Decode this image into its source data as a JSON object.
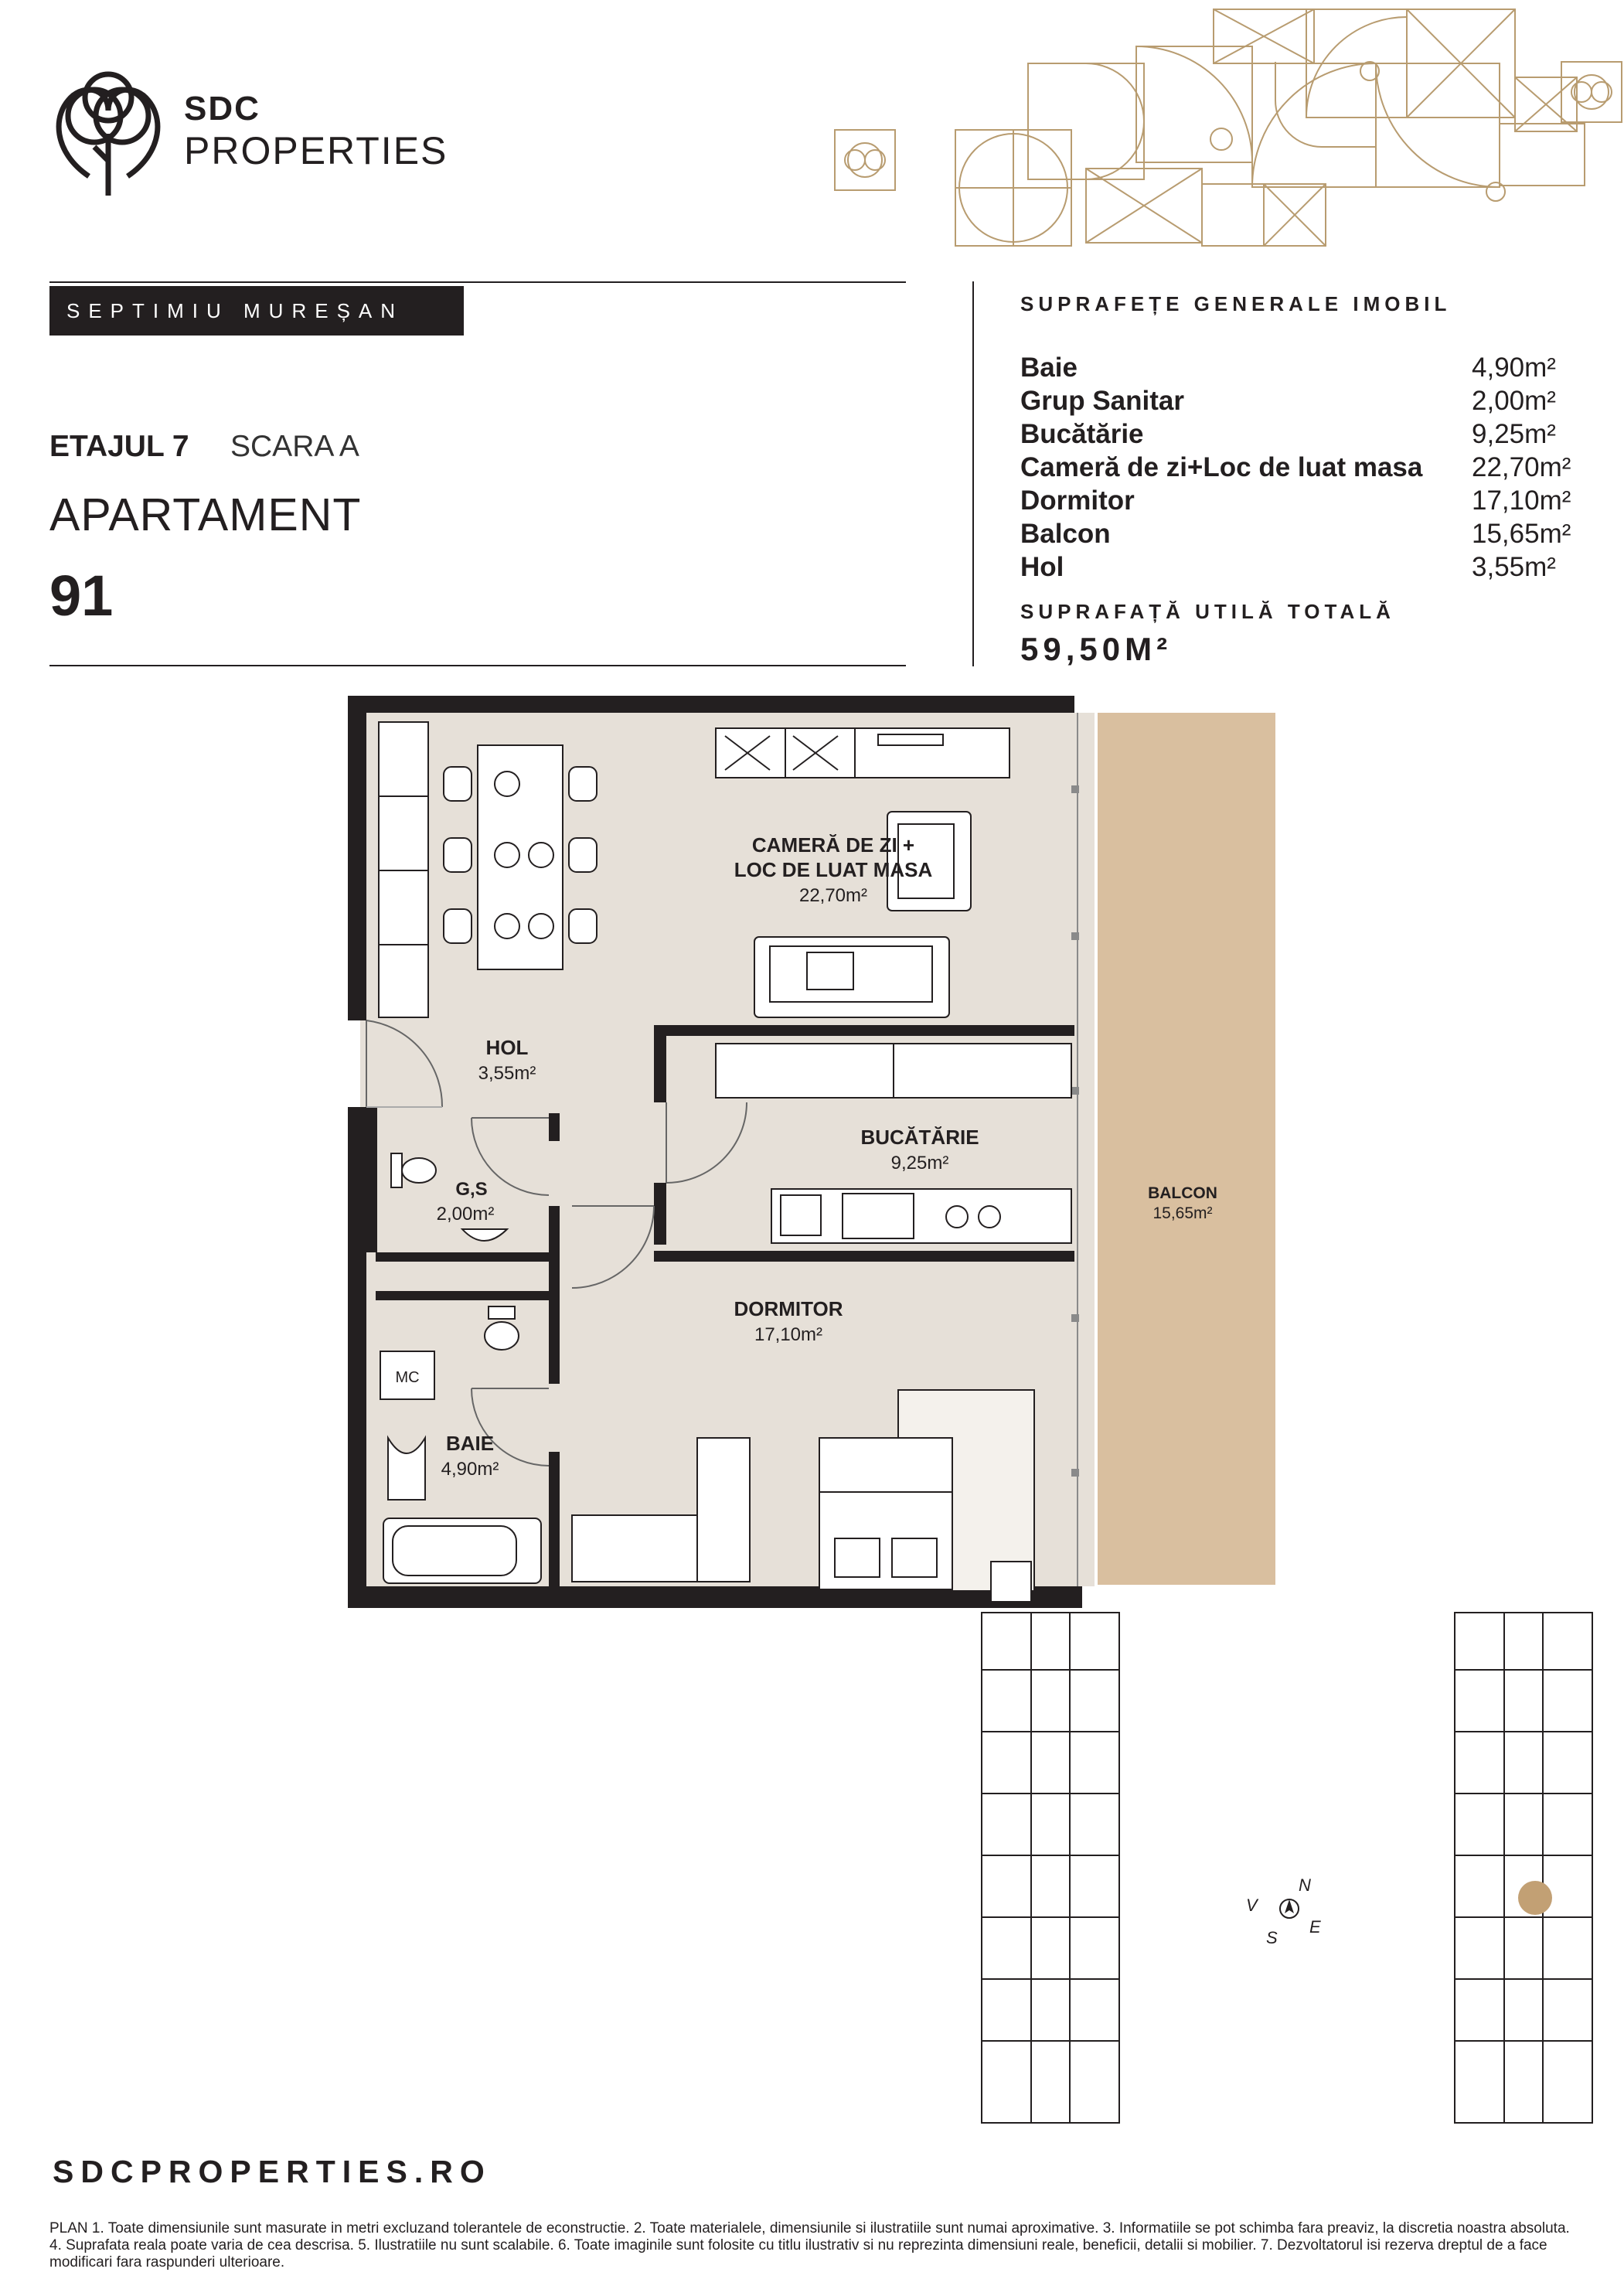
{
  "brand": {
    "line1": "SDC",
    "line2": "PROPERTIES"
  },
  "location": "SEPTIMIU MUREȘAN",
  "floor": "ETAJUL 7",
  "stair": "SCARA A",
  "apartment_label": "APARTAMENT",
  "apartment_number": "91",
  "areas": {
    "heading": "SUPRAFEȚE GENERALE IMOBIL",
    "rows": [
      {
        "name": "Baie",
        "value": "4,90m²"
      },
      {
        "name": "Grup Sanitar",
        "value": "2,00m²"
      },
      {
        "name": "Bucătărie",
        "value": "9,25m²"
      },
      {
        "name": "Cameră de zi+Loc de luat masa",
        "value": "22,70m²"
      },
      {
        "name": "Dormitor",
        "value": "17,10m²"
      },
      {
        "name": "Balcon",
        "value": "15,65m²"
      },
      {
        "name": "Hol",
        "value": "3,55m²"
      }
    ],
    "total_label": "SUPRAFAȚĂ UTILĂ TOTALĂ",
    "total_value": "59,50M²"
  },
  "plan": {
    "living_line1": "CAMERĂ DE ZI +",
    "living_line2": "LOC DE LUAT MASA",
    "living_area": "22,70m²",
    "hall": "HOL",
    "hall_area": "3,55m²",
    "kitchen": "BUCĂTĂRIE",
    "kitchen_area": "9,25m²",
    "wc": "G,S",
    "wc_area": "2,00m²",
    "balcony": "BALCON",
    "balcony_area": "15,65m²",
    "bedroom": "DORMITOR",
    "bedroom_area": "17,10m²",
    "bath": "BAIE",
    "bath_area": "4,90m²",
    "mc": "MC"
  },
  "compass": {
    "n": "N",
    "s": "S",
    "e": "E",
    "v": "V"
  },
  "colors": {
    "floor": "#e6e0d8",
    "balcony": "#d9bf9f",
    "wall": "#231f20",
    "gold": "#b89c70",
    "marker": "#c2a074"
  },
  "website": "SDCPROPERTIES.RO",
  "disclaimer": "PLAN 1. Toate dimensiunile sunt masurate in metri excluzand tolerantele de econstructie. 2. Toate materialele, dimensiunile si ilustratiile sunt numai aproximative. 3. Informatiile se pot schimba fara preaviz, la discretia noastra absoluta. 4. Suprafata reala poate varia de cea descrisa. 5. Ilustratiile nu sunt scalabile. 6. Toate imaginile sunt folosite cu titlu ilustrativ si nu reprezinta dimensiuni reale, beneficii, detalii si mobilier. 7. Dezvoltatorul isi rezerva dreptul de a face modificari fara raspunderi ulterioare."
}
